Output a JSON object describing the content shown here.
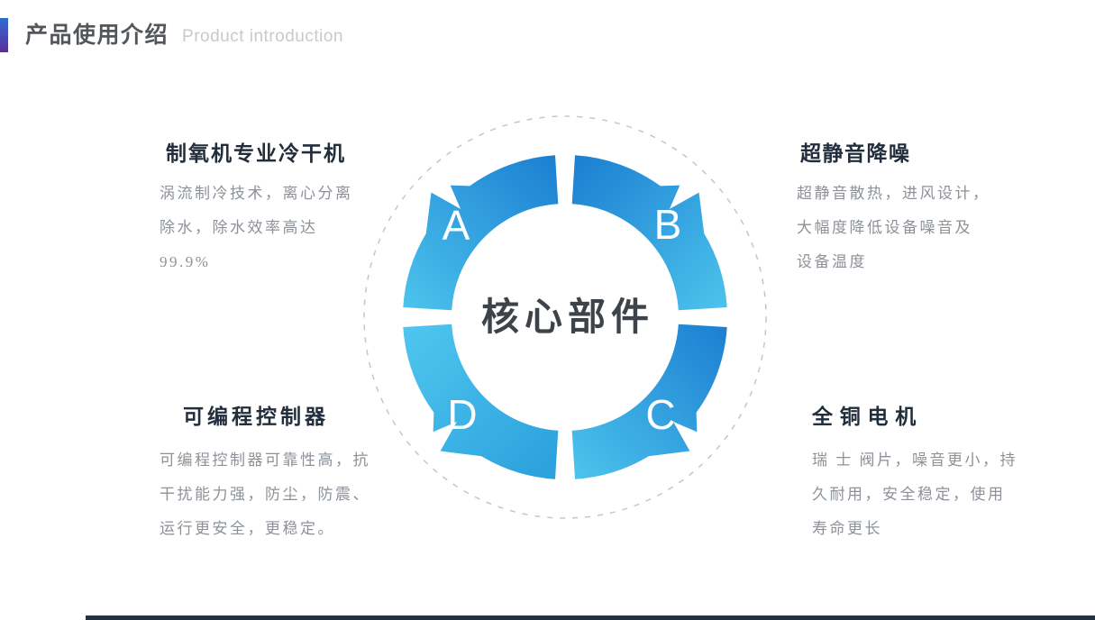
{
  "header": {
    "title": "产品使用介绍",
    "subtitle": "Product introduction",
    "accent_gradient": [
      "#2f6bd0",
      "#5b2d9d"
    ]
  },
  "diagram": {
    "center_label": "核心部件",
    "segments": [
      {
        "letter": "A"
      },
      {
        "letter": "B"
      },
      {
        "letter": "C"
      },
      {
        "letter": "D"
      }
    ],
    "ring_gradient": {
      "dark": "#1b7fd2",
      "light": "#4cc3ec"
    },
    "ring_gradient_light_side": {
      "start": "#4fc6ee",
      "end": "#2aa0dd"
    },
    "dashed_circle_color": "#c3c6ca",
    "letter_color": "#ffffff",
    "center_label_color": "#3e434a"
  },
  "features": [
    {
      "position": "top-left",
      "title": "制氧机专业冷干机",
      "lines": [
        "涡流制冷技术，离心分离",
        "除水，除水效率高达",
        "99.9%"
      ]
    },
    {
      "position": "top-right",
      "title": "超静音降噪",
      "lines": [
        "超静音散热，进风设计，",
        "大幅度降低设备噪音及",
        "设备温度"
      ]
    },
    {
      "position": "bottom-right",
      "title": "全 铜 电 机",
      "lines": [
        "瑞 士 阀片，噪音更小，持",
        "久耐用，安全稳定，使用",
        "寿命更长"
      ]
    },
    {
      "position": "bottom-left",
      "title": "可编程控制器",
      "lines": [
        "可编程控制器可靠性高，抗",
        "干扰能力强，防尘，防震、",
        "运行更安全，更稳定。"
      ]
    }
  ],
  "footer": {
    "bar_color": "#233044"
  }
}
